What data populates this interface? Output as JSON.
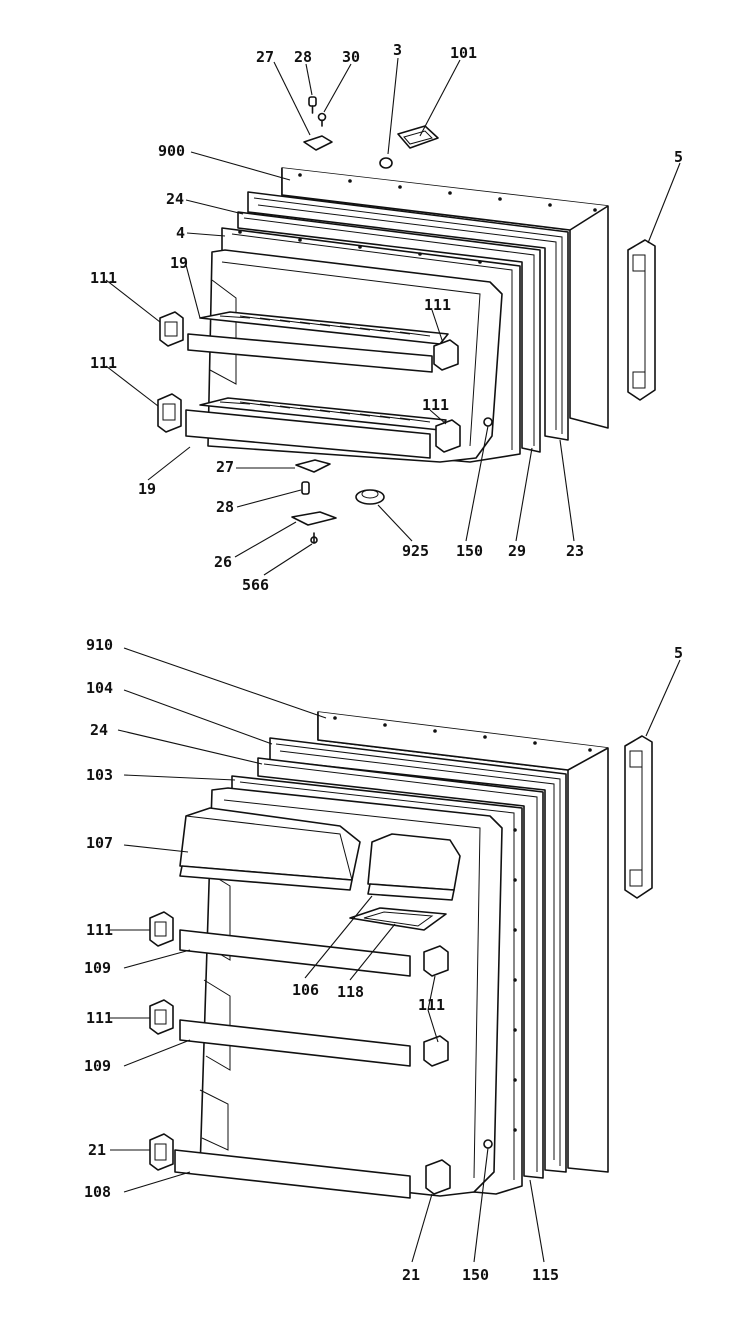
{
  "callouts": {
    "top": {
      "c27a": "27",
      "c28a": "28",
      "c30": "30",
      "c3": "3",
      "c101": "101",
      "c900": "900",
      "c5": "5",
      "c24": "24",
      "c4": "4",
      "c19a": "19",
      "c111a": "111",
      "c111b": "111",
      "c111c": "111",
      "c111d": "111",
      "c19b": "19",
      "c27b": "27",
      "c28b": "28",
      "c26": "26",
      "c566": "566",
      "c925": "925",
      "c150": "150",
      "c29": "29",
      "c23": "23"
    },
    "bottom": {
      "c910": "910",
      "c5": "5",
      "c104": "104",
      "c24": "24",
      "c103": "103",
      "c107": "107",
      "c111a": "111",
      "c109a": "109",
      "c106": "106",
      "c118": "118",
      "c111b": "111",
      "c111c": "111",
      "c109b": "109",
      "c21a": "21",
      "c108": "108",
      "c21b": "21",
      "c150": "150",
      "c115": "115"
    }
  }
}
